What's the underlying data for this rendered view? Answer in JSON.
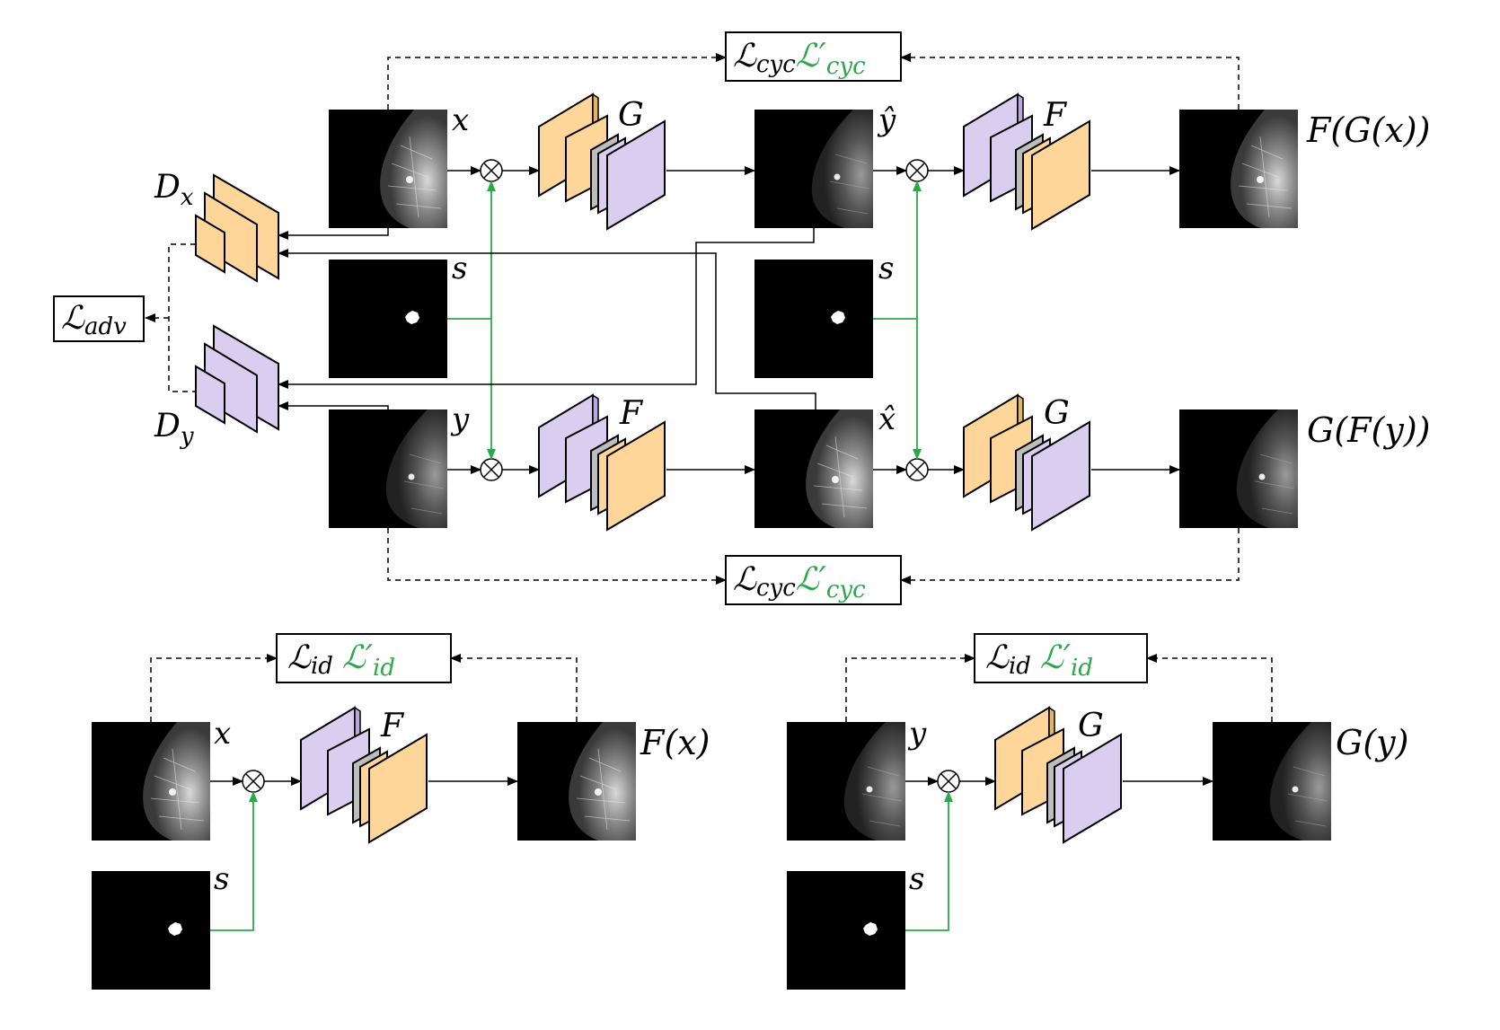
{
  "colors": {
    "generator_g": "#ffd699",
    "generator_f": "#d9cdf0",
    "bottleneck": "#bdbdbd",
    "stroke": "#000000",
    "mask_path": "#2ba84a",
    "image_bg": "#000000"
  },
  "losses": {
    "cyc": {
      "main": "ℒ",
      "sub": "cyc",
      "prime": "ℒ′",
      "prime_sub": "cyc"
    },
    "adv": {
      "main": "ℒ",
      "sub": "adv"
    },
    "id": {
      "main": "ℒ",
      "sub": "id",
      "prime": "ℒ′",
      "prime_sub": "id"
    }
  },
  "labels": {
    "x": "x",
    "y": "y",
    "s": "s",
    "y_hat": "ŷ",
    "x_hat": "x̂",
    "F_of_G_x": "F(G(x))",
    "G_of_F_y": "G(F(y))",
    "F_of_x": "F(x)",
    "G_of_y": "G(y)",
    "gen_G": "G",
    "gen_F": "F",
    "disc_main": "D",
    "disc_x_sub": "x",
    "disc_y_sub": "y",
    "multiply": "⊗"
  },
  "icons": {
    "multiply": "circled-times-icon"
  }
}
